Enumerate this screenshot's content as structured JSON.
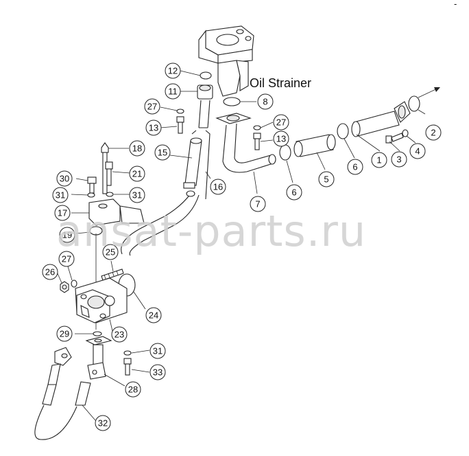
{
  "diagram": {
    "title": "Oil Strainer",
    "watermark": "ansat-parts.ru",
    "corner_mark": "-",
    "callouts": [
      {
        "id": "c1",
        "label": "1"
      },
      {
        "id": "c2",
        "label": "2"
      },
      {
        "id": "c3",
        "label": "3"
      },
      {
        "id": "c4",
        "label": "4"
      },
      {
        "id": "c5",
        "label": "5"
      },
      {
        "id": "c6a",
        "label": "6"
      },
      {
        "id": "c6b",
        "label": "6"
      },
      {
        "id": "c7",
        "label": "7"
      },
      {
        "id": "c8",
        "label": "8"
      },
      {
        "id": "c11",
        "label": "11"
      },
      {
        "id": "c12",
        "label": "12"
      },
      {
        "id": "c13a",
        "label": "13"
      },
      {
        "id": "c13b",
        "label": "13"
      },
      {
        "id": "c15",
        "label": "15"
      },
      {
        "id": "c16",
        "label": "16"
      },
      {
        "id": "c17",
        "label": "17"
      },
      {
        "id": "c18",
        "label": "18"
      },
      {
        "id": "c19",
        "label": "19"
      },
      {
        "id": "c21",
        "label": "21"
      },
      {
        "id": "c23",
        "label": "23"
      },
      {
        "id": "c24",
        "label": "24"
      },
      {
        "id": "c25",
        "label": "25"
      },
      {
        "id": "c26",
        "label": "26"
      },
      {
        "id": "c27a",
        "label": "27"
      },
      {
        "id": "c27b",
        "label": "27"
      },
      {
        "id": "c27c",
        "label": "27"
      },
      {
        "id": "c28",
        "label": "28"
      },
      {
        "id": "c29",
        "label": "29"
      },
      {
        "id": "c30",
        "label": "30"
      },
      {
        "id": "c31a",
        "label": "31"
      },
      {
        "id": "c31b",
        "label": "31"
      },
      {
        "id": "c31c",
        "label": "31"
      },
      {
        "id": "c32",
        "label": "32"
      },
      {
        "id": "c33",
        "label": "33"
      }
    ]
  }
}
